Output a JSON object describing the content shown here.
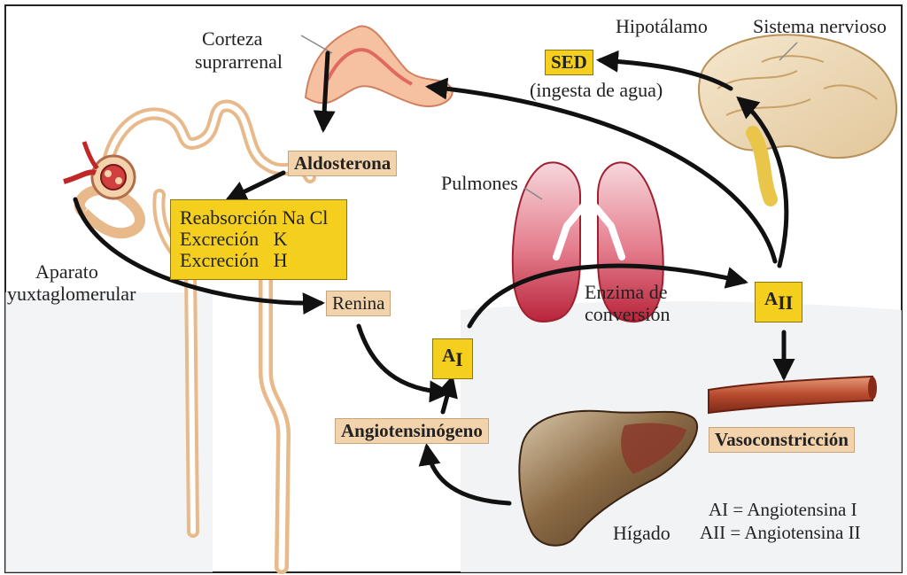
{
  "labels": {
    "corteza": "Corteza",
    "suprarrenal": "suprarrenal",
    "hipotalamo": "Hipotálamo",
    "sistema_nervioso": "Sistema nervioso",
    "sed": "SED",
    "ingesta": "(ingesta de agua)",
    "aldosterona": "Aldosterona",
    "pulmones": "Pulmones",
    "reabsorcion": "Reabsorción Na Cl",
    "excrecion_k": "Excreción   K",
    "excrecion_h": "Excreción   H",
    "aparato": "Aparato",
    "yuxtaglomerular": "yuxtaglomerular",
    "renina": "Renina",
    "enzima": "Enzima de",
    "conversion": "conversión",
    "a1_main": "A",
    "a1_sub": "I",
    "a2_main": "A",
    "a2_sub": "II",
    "angiotensinogeno": "Angiotensinógeno",
    "vasoconstriccion": "Vasoconstricción",
    "higado": "Hígado",
    "legend_ai": "AI = Angiotensina I",
    "legend_aii": "AII = Angiotensina II"
  },
  "colors": {
    "label_box_tan": "#f3d3ac",
    "label_box_yellow": "#f5cf1e",
    "arrow": "#111111",
    "lungs": "#d8586a",
    "vessel": "#b84a2e",
    "liver": "#6b4a2a",
    "kidney_tubule": "#e8b98a"
  }
}
